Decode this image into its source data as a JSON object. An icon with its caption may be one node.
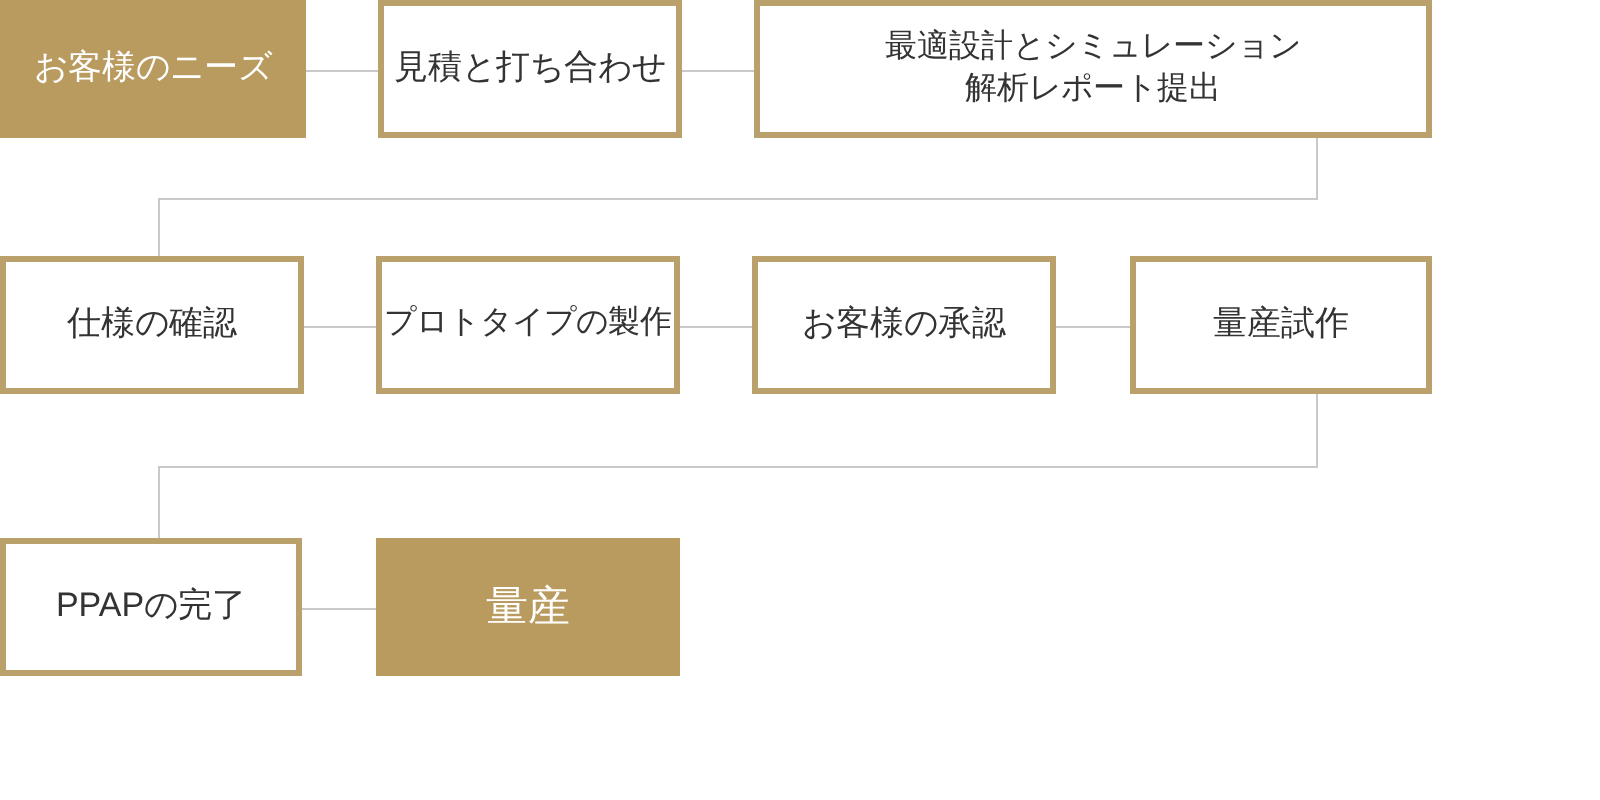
{
  "diagram": {
    "nodes": [
      {
        "text": [
          "お客様のニーズ"
        ]
      },
      {
        "text": [
          "見積と打ち合わせ"
        ]
      },
      {
        "text": [
          "最適設計とシミュレーション解析レポート提出"
        ]
      },
      {
        "text": [
          "仕様の確認"
        ]
      },
      {
        "text": [
          "プロトタイプの製作"
        ]
      },
      {
        "text": [
          "お客様の承認"
        ]
      },
      {
        "text": [
          "量産試作"
        ]
      },
      {
        "text": [
          "PPAPの完了"
        ]
      },
      {
        "text": [
          "量産"
        ]
      }
    ],
    "edges": [
      {
        "from": 0,
        "to": 1,
        "arrow": "none"
      },
      {
        "from": 1,
        "to": 2,
        "arrow": "none"
      },
      {
        "from": 2,
        "to": 3,
        "arrow": "none"
      },
      {
        "from": 3,
        "to": 4,
        "arrow": "none"
      },
      {
        "from": 4,
        "to": 5,
        "arrow": "none"
      },
      {
        "from": 5,
        "to": 6,
        "arrow": "none"
      },
      {
        "from": 6,
        "to": 7,
        "arrow": "none"
      },
      {
        "from": 7,
        "to": 8,
        "arrow": "none"
      }
    ]
  }
}
